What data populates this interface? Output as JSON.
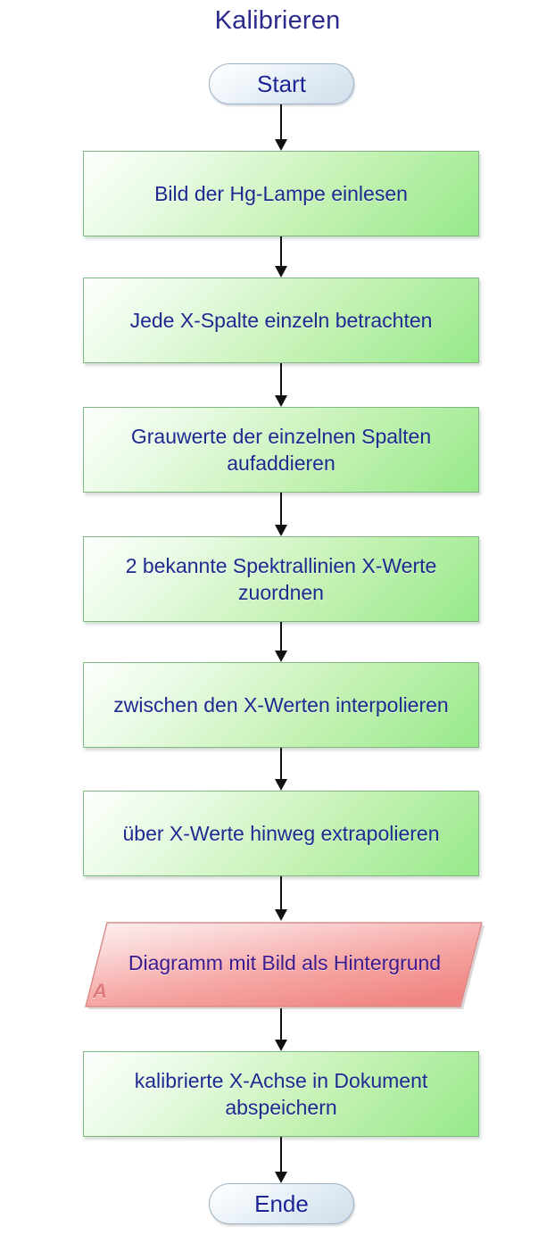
{
  "diagram": {
    "title": "Kalibrieren",
    "title_color": "#2b2b8c",
    "start": {
      "label": "Start",
      "shape": "terminator"
    },
    "end": {
      "label": "Ende",
      "shape": "terminator"
    },
    "steps": [
      {
        "id": "p1",
        "label": "Bild der Hg-Lampe einlesen",
        "shape": "process",
        "fill": "#96e98a"
      },
      {
        "id": "p2",
        "label": "Jede X-Spalte einzeln betrachten",
        "shape": "process",
        "fill": "#96e98a"
      },
      {
        "id": "p3",
        "label": "Grauwerte der einzelnen Spalten aufaddieren",
        "shape": "process",
        "fill": "#96e98a"
      },
      {
        "id": "p4",
        "label": "2 bekannte Spektrallinien X-Werte zuordnen",
        "shape": "process",
        "fill": "#96e98a"
      },
      {
        "id": "p5",
        "label": "zwischen den X-Werten interpolieren",
        "shape": "process",
        "fill": "#96e98a"
      },
      {
        "id": "p6",
        "label": "über X-Werte hinweg extrapolieren",
        "shape": "process",
        "fill": "#96e98a"
      },
      {
        "id": "doc",
        "label": "Diagramm mit Bild als Hintergrund",
        "shape": "parallelogram",
        "fill": "#f2827f",
        "corner_mark": "A"
      },
      {
        "id": "p8",
        "label": "kalibrierte X-Achse in Dokument abspeichern",
        "shape": "process",
        "fill": "#96e98a"
      }
    ],
    "connectors": {
      "icon": "arrow-down-icon",
      "count": 9
    }
  }
}
